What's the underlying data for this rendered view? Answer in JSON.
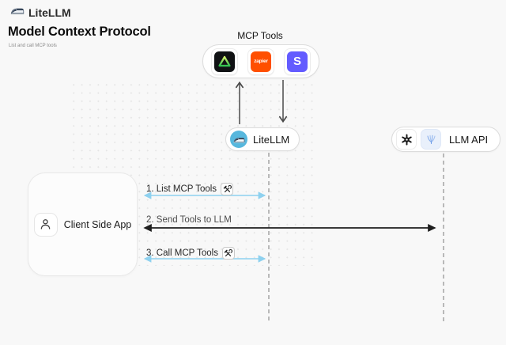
{
  "header": {
    "logo_text": "LiteLLM",
    "title": "Model Context Protocol",
    "subtitle": "List and call MCP tools"
  },
  "mcp_tools": {
    "label": "MCP Tools",
    "tools": [
      {
        "name": "green-triangle-tool",
        "bg": "#101214"
      },
      {
        "name": "zapier",
        "bg": "#ff4f00",
        "text": "zapier"
      },
      {
        "name": "stripe",
        "bg": "#635bff",
        "text": "S"
      }
    ]
  },
  "nodes": {
    "litellm": {
      "label": "LiteLLM",
      "icon": "litellm-train-icon",
      "icon_bg": "#57b7dd"
    },
    "llm_api": {
      "label": "LLM API",
      "icons": [
        "openai-icon",
        "llm-provider-icon"
      ]
    },
    "client": {
      "label": "Client Side App",
      "icon": "person-icon"
    }
  },
  "flows": [
    {
      "label": "1. List MCP Tools",
      "color": "#8ed1ef",
      "has_tools_icon": true,
      "direction": "both"
    },
    {
      "label": "2. Send Tools to LLM",
      "color": "#1f1f1f",
      "has_tools_icon": false,
      "direction": "both"
    },
    {
      "label": "3. Call MCP Tools",
      "color": "#8ed1ef",
      "has_tools_icon": true,
      "direction": "both"
    }
  ],
  "colors": {
    "background": "#f8f8f8",
    "arrow_blue": "#8ed1ef",
    "arrow_dark": "#1f1f1f",
    "vertical_arrow_gray": "#4a4a4a",
    "lifeline_gray": "#9e9e9e",
    "zapier_orange": "#ff4f00",
    "stripe_purple": "#635bff",
    "litellm_icon_blue": "#57b7dd"
  }
}
